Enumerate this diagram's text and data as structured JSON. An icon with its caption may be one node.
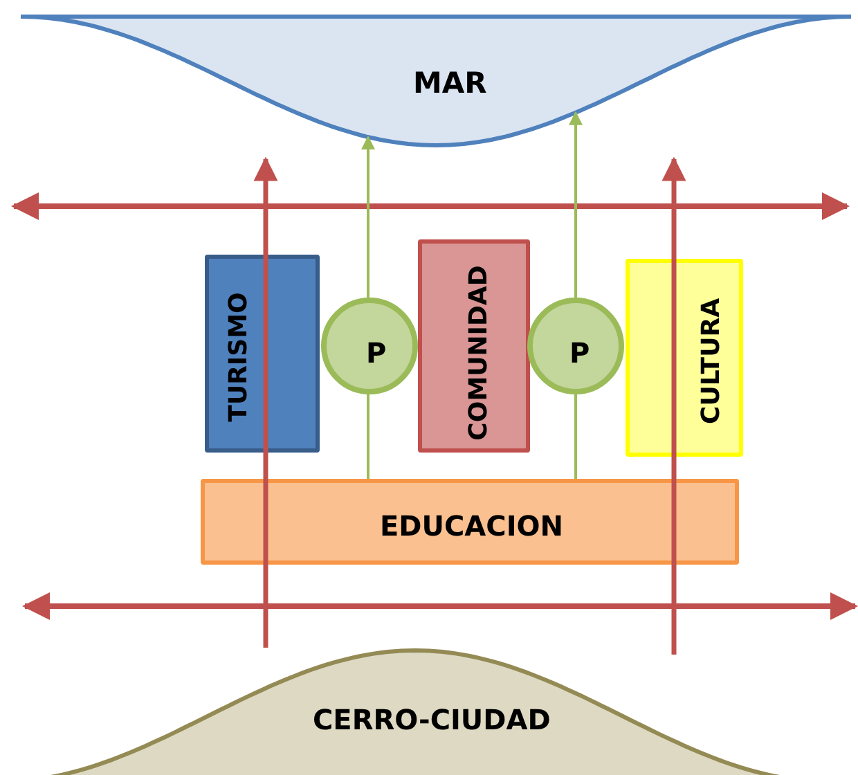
{
  "diagram": {
    "nodes": [
      {
        "text": [
          "MAR"
        ]
      },
      {
        "text": [
          "TURISMO"
        ]
      },
      {
        "text": [
          "P"
        ]
      },
      {
        "text": [
          "COMUNIDAD"
        ]
      },
      {
        "text": [
          "P"
        ]
      },
      {
        "text": [
          "CULTURA"
        ]
      },
      {
        "text": [
          "EDUCACION"
        ]
      },
      {
        "text": [
          "CERRO-CIUDAD"
        ]
      }
    ],
    "edges": [
      {
        "from": 6,
        "to": 2,
        "arrow": "none"
      },
      {
        "from": 2,
        "to": 0,
        "arrow": "to"
      },
      {
        "from": 6,
        "to": 4,
        "arrow": "none"
      },
      {
        "from": 4,
        "to": 0,
        "arrow": "to"
      }
    ]
  }
}
